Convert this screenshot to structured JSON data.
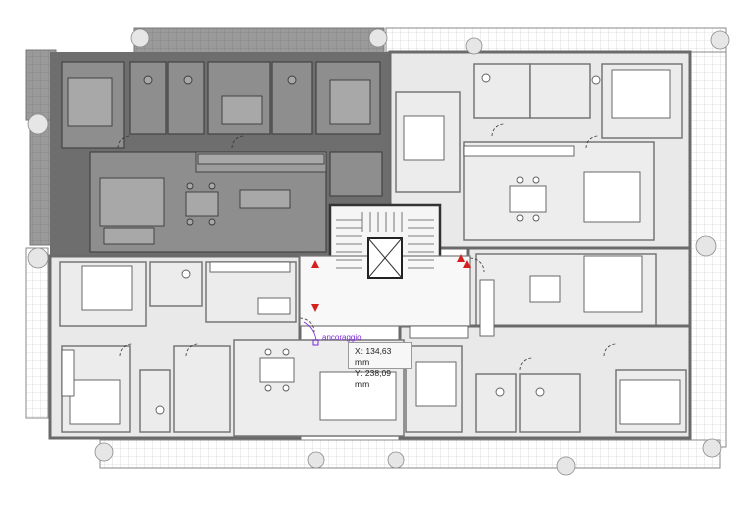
{
  "drawing": {
    "type": "architectural floor plan",
    "palette": {
      "background": "#ffffff",
      "wall": "#7a7a7a",
      "wall_dark": "#4a4a4a",
      "selected_unit_fill": "#8e8e8e",
      "selected_unit_frame": "#6e6e6e",
      "room_fill": "#e9e9e9",
      "terrace_grid": "#c8c8c8",
      "furniture_stroke": "#5a5a5a",
      "furniture_fill": "#ffffff",
      "marker_red": "#d61f1f",
      "snap_color": "#7b2bd9",
      "tooltip_bg": "#f7f7f7"
    }
  },
  "measurement_tooltip": {
    "x_label": "X: 134,63 mm",
    "y_label": "Y: 238,09 mm"
  },
  "snap_label": "ancoraggio"
}
